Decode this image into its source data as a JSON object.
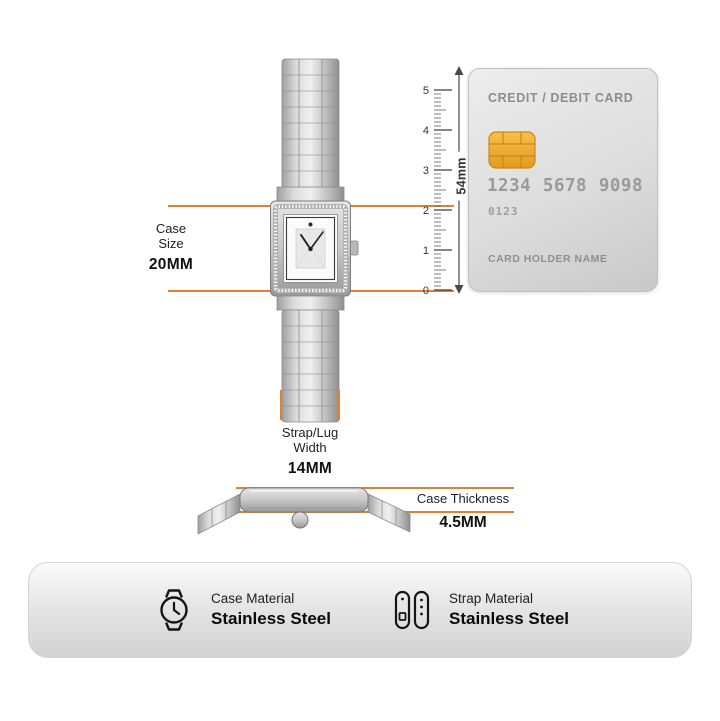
{
  "colors": {
    "accent": "#E87E2B",
    "card_text": "#9a9a9a",
    "metal": "#c9c9c9"
  },
  "measurements": {
    "case_size": {
      "label_lines": [
        "Case",
        "Size"
      ],
      "value": "20MM"
    },
    "strap_width": {
      "label_lines": [
        "Strap/Lug",
        "Width"
      ],
      "value": "14MM"
    },
    "case_thickness": {
      "label": "Case Thickness",
      "value": "4.5MM"
    }
  },
  "ruler": {
    "ticks": [
      "5",
      "4",
      "3",
      "2",
      "1",
      "0"
    ],
    "dimension_label": "54mm"
  },
  "card": {
    "title": "CREDIT / DEBIT CARD",
    "number_groups": [
      "1234",
      "5678",
      "9098"
    ],
    "sub_number": "0123",
    "holder_label": "CARD HOLDER NAME"
  },
  "specs": [
    {
      "label": "Case Material",
      "value": "Stainless Steel"
    },
    {
      "label": "Strap Material",
      "value": "Stainless Steel"
    }
  ]
}
